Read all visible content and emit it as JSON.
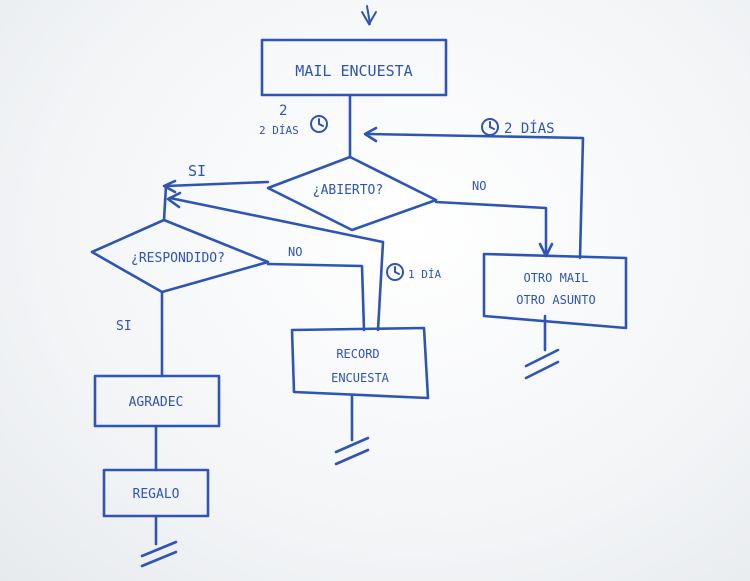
{
  "diagram": {
    "nodes": {
      "mail_encuesta": "MAIL ENCUESTA",
      "abierto": "¿ABIERTO?",
      "respondido": "¿RESPONDIDO?",
      "otro_mail_line1": "OTRO MAIL",
      "otro_mail_line2": "OTRO ASUNTO",
      "record_line1": "RECORD",
      "record_line2": "ENCUESTA",
      "agradec": "AGRADEC",
      "regalo": "REGALO"
    },
    "edges": {
      "abierto_si": "SI",
      "abierto_no": "NO",
      "respondido_si": "SI",
      "respondido_no": "NO"
    },
    "annotations": {
      "two_days_left_main": "2 DÍAS",
      "two_days_left_sup": "2",
      "two_days_right": "2 DÍAS",
      "one_day": "1 DÍA"
    },
    "colors": {
      "ink": "#2f55b4"
    }
  }
}
